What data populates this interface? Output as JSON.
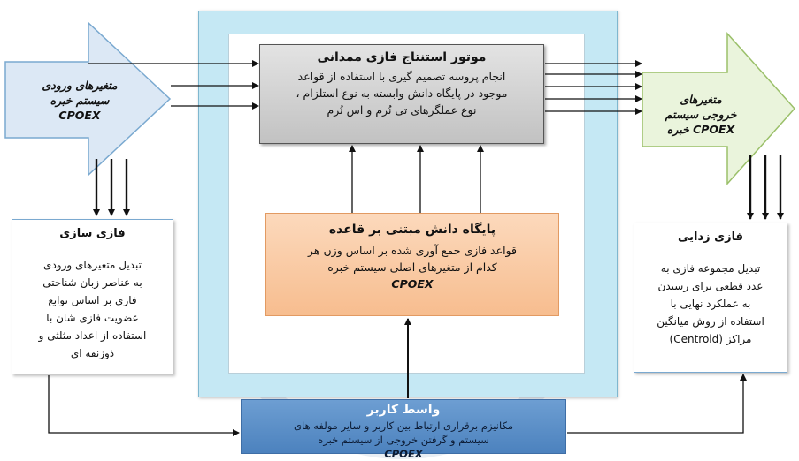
{
  "engine": {
    "title": "موتور استنتاج فازی ممدانی",
    "line1": "انجام پروسه تصمیم گیری با استفاده از قواعد",
    "line2": "موجود در پایگاه دانش وابسته به نوع استلزام ،",
    "line3": "نوع عملگرهای تی نُرم و اس نُرم"
  },
  "knowledge_base": {
    "title": "پایگاه دانش مبتنی بر قاعده",
    "line1": "قواعد فازی جمع آوری شده بر اساس وزن هر",
    "line2": "کدام از متغیرهای اصلی سیستم خبره",
    "system": "CPOEX"
  },
  "fuzzification": {
    "title": "فازی سازی",
    "line1": "تبدیل متغیرهای ورودی",
    "line2": "به عناصر زبان شناختی",
    "line3": "فازی بر اساس توابع",
    "line4": "عضویت فازی شان با",
    "line5": "استفاده از اعداد مثلثی و",
    "line6": "ذوزنقه ای"
  },
  "defuzzification": {
    "title": "فازی زدایی",
    "line1": "تبدیل مجموعه فازی به",
    "line2": "عدد قطعی برای رسیدن",
    "line3": "به عملکرد نهایی با",
    "line4": "استفاده از روش میانگین",
    "line5": "مراکز (Centroid)"
  },
  "input_arrow": {
    "line1": "متغیرهای ورودی",
    "line2": "سیستم خبره",
    "system": "CPOEX"
  },
  "output_arrow": {
    "line1": "متغیرهای",
    "line2": "خروجی سیستم",
    "line3": "خبره",
    "system": "CPOEX"
  },
  "user_interface": {
    "title": "واسط کاربر",
    "line1": "مکانیزم برقراری ارتباط بین کاربر و سایر مولفه های",
    "line2": "سیستم و گرفتن خروجی از سیستم خبره",
    "system": "CPOEX"
  },
  "colors": {
    "frame": "#c5e8f4",
    "engine": "#cfcfcf",
    "knowledge_base": "#f9c9a3",
    "user_interface": "#5b8fc9",
    "input_arrow_fill": "#dce8f5",
    "output_arrow_fill": "#eaf4dc"
  }
}
